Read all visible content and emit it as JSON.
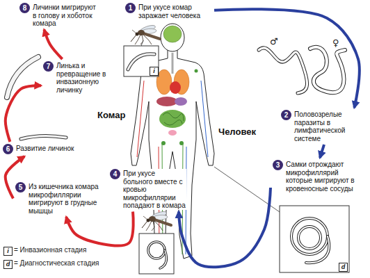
{
  "diagram": {
    "nodes": [
      {
        "text": [
          "1",
          "При укусе комар заражает человека"
        ]
      },
      {
        "text": [
          "2",
          "Половозрелые паразиты в лимфатической системе"
        ]
      },
      {
        "text": [
          "3",
          "Самки отрождают микрофиллярий которые мигрируют в кровеносные сосуды"
        ]
      },
      {
        "text": [
          "4",
          "При укусе больного вместе с кровью микрофиллярии попадают в комара"
        ]
      },
      {
        "text": [
          "5",
          "Из кишечника комара микрофиллярии мигрируют в грудные мышцы"
        ]
      },
      {
        "text": [
          "6",
          "Развитие личинок"
        ]
      },
      {
        "text": [
          "7",
          "Линька и превращение в инвазионную личинку"
        ]
      },
      {
        "text": [
          "8",
          "Личинки мигрируют в голову и хоботок комара"
        ]
      }
    ],
    "edges": [
      {
        "from": 0,
        "to": 1,
        "arrow": "to"
      },
      {
        "from": 1,
        "to": 2,
        "arrow": "to"
      },
      {
        "from": 2,
        "to": 3,
        "arrow": "to"
      },
      {
        "from": 3,
        "to": 4,
        "arrow": "to"
      },
      {
        "from": 4,
        "to": 5,
        "arrow": "to"
      },
      {
        "from": 5,
        "to": 6,
        "arrow": "to"
      },
      {
        "from": 6,
        "to": 7,
        "arrow": "to"
      }
    ],
    "labels": [
      "♂",
      "♀",
      "i",
      "Комар",
      "Человек",
      "d",
      "i",
      "d"
    ],
    "legend": [
      {
        "text": "= Инвазионная стадия"
      },
      {
        "text": "= Диагностическая стадия"
      }
    ]
  }
}
